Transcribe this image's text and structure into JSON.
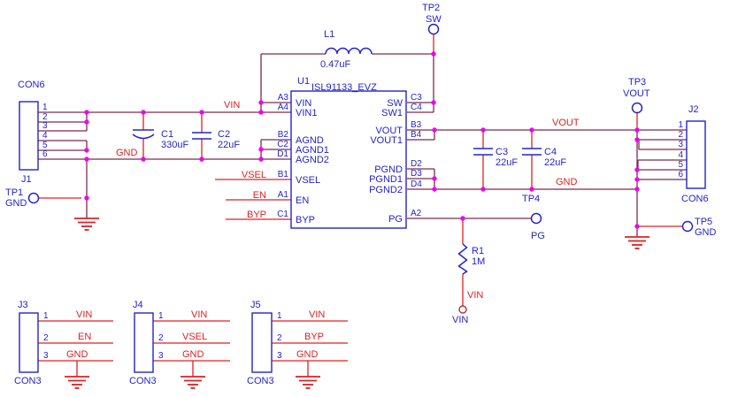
{
  "u1": {
    "ref": "U1",
    "part": "ISL91133_EVZ",
    "left_pins": [
      {
        "des": "A3",
        "name": "VIN"
      },
      {
        "des": "A4",
        "name": "VIN1"
      },
      {
        "des": "B2",
        "name": "AGND"
      },
      {
        "des": "C2",
        "name": "AGND1"
      },
      {
        "des": "D1",
        "name": "AGND2"
      },
      {
        "des": "B1",
        "name": "VSEL",
        "net": "VSEL"
      },
      {
        "des": "A1",
        "name": "EN",
        "net": "EN"
      },
      {
        "des": "C1",
        "name": "BYP",
        "net": "BYP"
      }
    ],
    "right_pins": [
      {
        "des": "C3",
        "name": "SW"
      },
      {
        "des": "C4",
        "name": "SW1"
      },
      {
        "des": "B3",
        "name": "VOUT"
      },
      {
        "des": "B4",
        "name": "VOUT1"
      },
      {
        "des": "D2",
        "name": "PGND"
      },
      {
        "des": "D3",
        "name": "PGND1"
      },
      {
        "des": "D4",
        "name": "PGND2"
      },
      {
        "des": "A2",
        "name": "PG"
      }
    ]
  },
  "connectors": {
    "j1": {
      "ref": "J1",
      "type": "CON6",
      "pins": [
        "1",
        "2",
        "3",
        "4",
        "5",
        "6"
      ]
    },
    "j2": {
      "ref": "J2",
      "type": "CON6",
      "pins": [
        "1",
        "2",
        "3",
        "4",
        "5",
        "6"
      ]
    },
    "j3": {
      "ref": "J3",
      "type": "CON3",
      "pins": [
        {
          "num": "1",
          "net": "VIN"
        },
        {
          "num": "2",
          "net": "EN"
        },
        {
          "num": "3",
          "net": "GND"
        }
      ]
    },
    "j4": {
      "ref": "J4",
      "type": "CON3",
      "pins": [
        {
          "num": "1",
          "net": "VIN"
        },
        {
          "num": "2",
          "net": "VSEL"
        },
        {
          "num": "3",
          "net": "GND"
        }
      ]
    },
    "j5": {
      "ref": "J5",
      "type": "CON3",
      "pins": [
        {
          "num": "1",
          "net": "VIN"
        },
        {
          "num": "2",
          "net": "BYP"
        },
        {
          "num": "3",
          "net": "GND"
        }
      ]
    }
  },
  "passives": {
    "c1": {
      "ref": "C1",
      "value": "330uF"
    },
    "c2": {
      "ref": "C2",
      "value": "22uF"
    },
    "c3": {
      "ref": "C3",
      "value": "22uF"
    },
    "c4": {
      "ref": "C4",
      "value": "22uF"
    },
    "l1": {
      "ref": "L1",
      "value": "0.47uF"
    },
    "r1": {
      "ref": "R1",
      "value": "1M"
    }
  },
  "test_points": {
    "tp1": {
      "ref": "TP1",
      "net": "GND"
    },
    "tp2": {
      "ref": "TP2",
      "net": "SW"
    },
    "tp3": {
      "ref": "TP3",
      "net": "VOUT"
    },
    "tp4": {
      "ref": "TP4"
    },
    "tp5": {
      "ref": "TP5",
      "net": "GND"
    },
    "pg": {
      "net": "PG"
    },
    "vin_port": {
      "net_label": "VIN",
      "port_name": "VIN"
    }
  },
  "rails": {
    "vin": "VIN",
    "gnd_left": "GND",
    "vout": "VOUT",
    "gnd_right": "GND"
  },
  "colors": {
    "wire": "#7d2b4e",
    "net_label": "#e02020",
    "symbol": "#2323cb",
    "junction": "#f000f0"
  }
}
